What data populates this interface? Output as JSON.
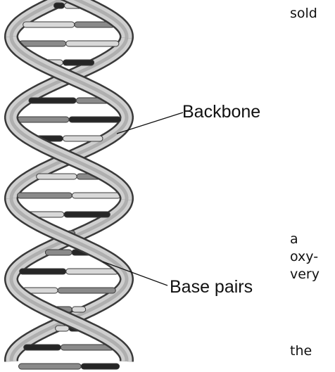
{
  "labels": {
    "backbone": "Backbone",
    "base_pairs": "Base pairs"
  },
  "side_text": {
    "line_sold": "sold",
    "line_a": "a",
    "line_oxy": "oxy-",
    "line_very": "very",
    "line_the": "the"
  },
  "colors": {
    "strand_light": "#cfcfcf",
    "strand_mid": "#9a9a9a",
    "strand_dark": "#5c5c5c",
    "outline": "#3a3a3a",
    "base_light": "#d8d8d8",
    "base_mid": "#8a8a8a",
    "base_dark": "#262626"
  }
}
